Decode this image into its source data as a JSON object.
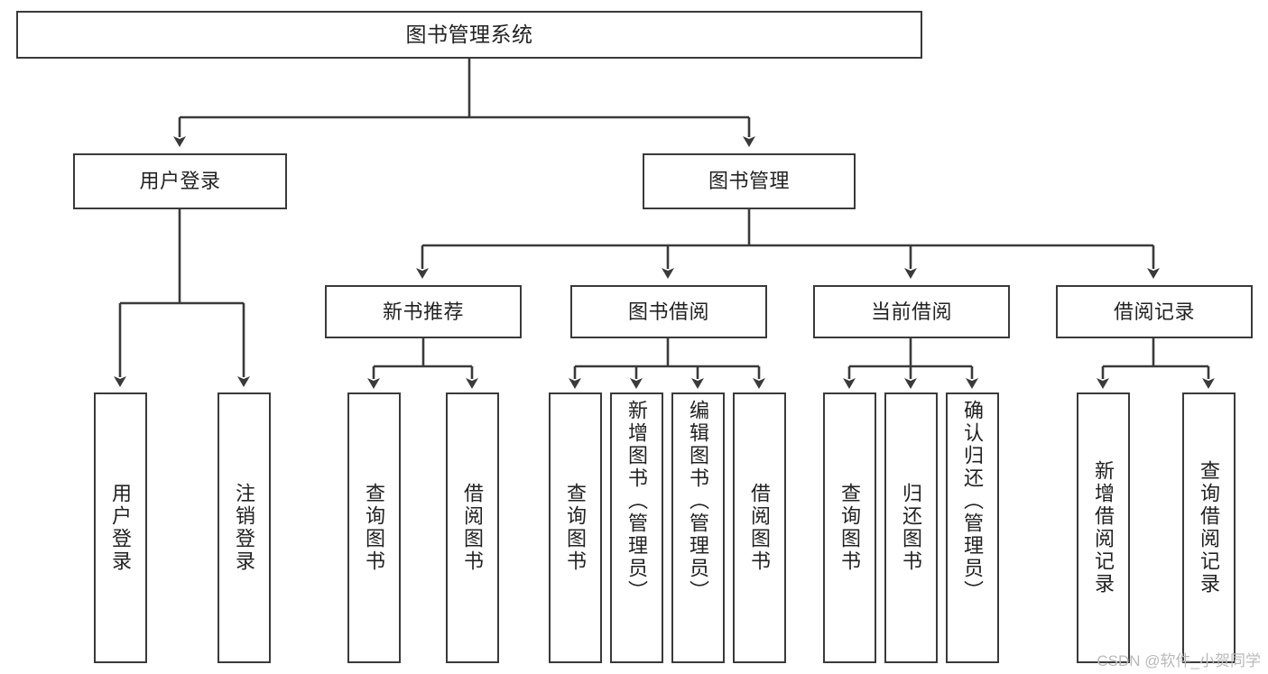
{
  "diagram": {
    "type": "tree",
    "title": "图书管理系统",
    "stroke_color": "#3a3a3a",
    "box_fill": "#ffffff",
    "text_color": "#222222",
    "nodes": {
      "root": {
        "label": "图书管理系统"
      },
      "user_login": {
        "label": "用户登录"
      },
      "book_manage": {
        "label": "图书管理"
      },
      "new_book_rec": {
        "label": "新书推荐"
      },
      "book_borrow": {
        "label": "图书借阅"
      },
      "current_borrow": {
        "label": "当前借阅"
      },
      "borrow_record": {
        "label": "借阅记录"
      },
      "leaf_1": {
        "label": "用户登录"
      },
      "leaf_2": {
        "label": "注销登录"
      },
      "leaf_3": {
        "label": "查询图书"
      },
      "leaf_4": {
        "label": "借阅图书"
      },
      "leaf_5": {
        "label": "查询图书"
      },
      "leaf_6": {
        "label": "新增图书（管理员）"
      },
      "leaf_7": {
        "label": "编辑图书（管理员）"
      },
      "leaf_8": {
        "label": "借阅图书"
      },
      "leaf_9": {
        "label": "查询图书"
      },
      "leaf_10": {
        "label": "归还图书"
      },
      "leaf_11": {
        "label": "确认归还（管理员）"
      },
      "leaf_12": {
        "label": "新增借阅记录"
      },
      "leaf_13": {
        "label": "查询借阅记录"
      }
    }
  },
  "watermark": {
    "text": "CSDN @软件_小贺同学"
  }
}
